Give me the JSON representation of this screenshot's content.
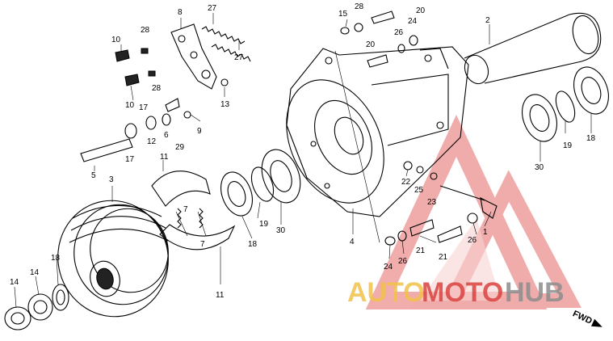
{
  "labels": [
    {
      "id": "l8",
      "text": "8"
    },
    {
      "id": "l27a",
      "text": "27"
    },
    {
      "id": "l27b",
      "text": "27"
    },
    {
      "id": "l10a",
      "text": "10"
    },
    {
      "id": "l28a",
      "text": "28"
    },
    {
      "id": "l28b",
      "text": "28"
    },
    {
      "id": "l10b",
      "text": "10"
    },
    {
      "id": "l17a",
      "text": "17"
    },
    {
      "id": "l13",
      "text": "13"
    },
    {
      "id": "l9",
      "text": "9"
    },
    {
      "id": "l12",
      "text": "12"
    },
    {
      "id": "l6",
      "text": "6"
    },
    {
      "id": "l29",
      "text": "29"
    },
    {
      "id": "l17b",
      "text": "17"
    },
    {
      "id": "l5",
      "text": "5"
    },
    {
      "id": "l3",
      "text": "3"
    },
    {
      "id": "l11a",
      "text": "11"
    },
    {
      "id": "l11b",
      "text": "11"
    },
    {
      "id": "l7a",
      "text": "7"
    },
    {
      "id": "l7b",
      "text": "7"
    },
    {
      "id": "l15",
      "text": "15"
    },
    {
      "id": "l28c",
      "text": "28"
    },
    {
      "id": "l20a",
      "text": "20"
    },
    {
      "id": "l24a",
      "text": "24"
    },
    {
      "id": "l26a",
      "text": "26"
    },
    {
      "id": "l20b",
      "text": "20"
    },
    {
      "id": "l2",
      "text": "2"
    },
    {
      "id": "l19a",
      "text": "19"
    },
    {
      "id": "l18a",
      "text": "18"
    },
    {
      "id": "l30a",
      "text": "30"
    },
    {
      "id": "l22",
      "text": "22"
    },
    {
      "id": "l25",
      "text": "25"
    },
    {
      "id": "l23",
      "text": "23"
    },
    {
      "id": "l1",
      "text": "1"
    },
    {
      "id": "l19b",
      "text": "19"
    },
    {
      "id": "l30b",
      "text": "30"
    },
    {
      "id": "l18b",
      "text": "18"
    },
    {
      "id": "l4",
      "text": "4"
    },
    {
      "id": "l21a",
      "text": "21"
    },
    {
      "id": "l21b",
      "text": "21"
    },
    {
      "id": "l26b",
      "text": "26"
    },
    {
      "id": "l24b",
      "text": "24"
    },
    {
      "id": "l26c",
      "text": "26"
    },
    {
      "id": "l14a",
      "text": "14"
    },
    {
      "id": "l14b",
      "text": "14"
    },
    {
      "id": "l18c",
      "text": "18"
    }
  ],
  "watermark": {
    "part1": "AUTO",
    "part2": "MOTO",
    "part3": "HUB",
    "color_gold": "#f2c24a",
    "color_red": "#d9433f",
    "color_gray": "#8d8d8d"
  },
  "direction": {
    "text": "FWD"
  }
}
